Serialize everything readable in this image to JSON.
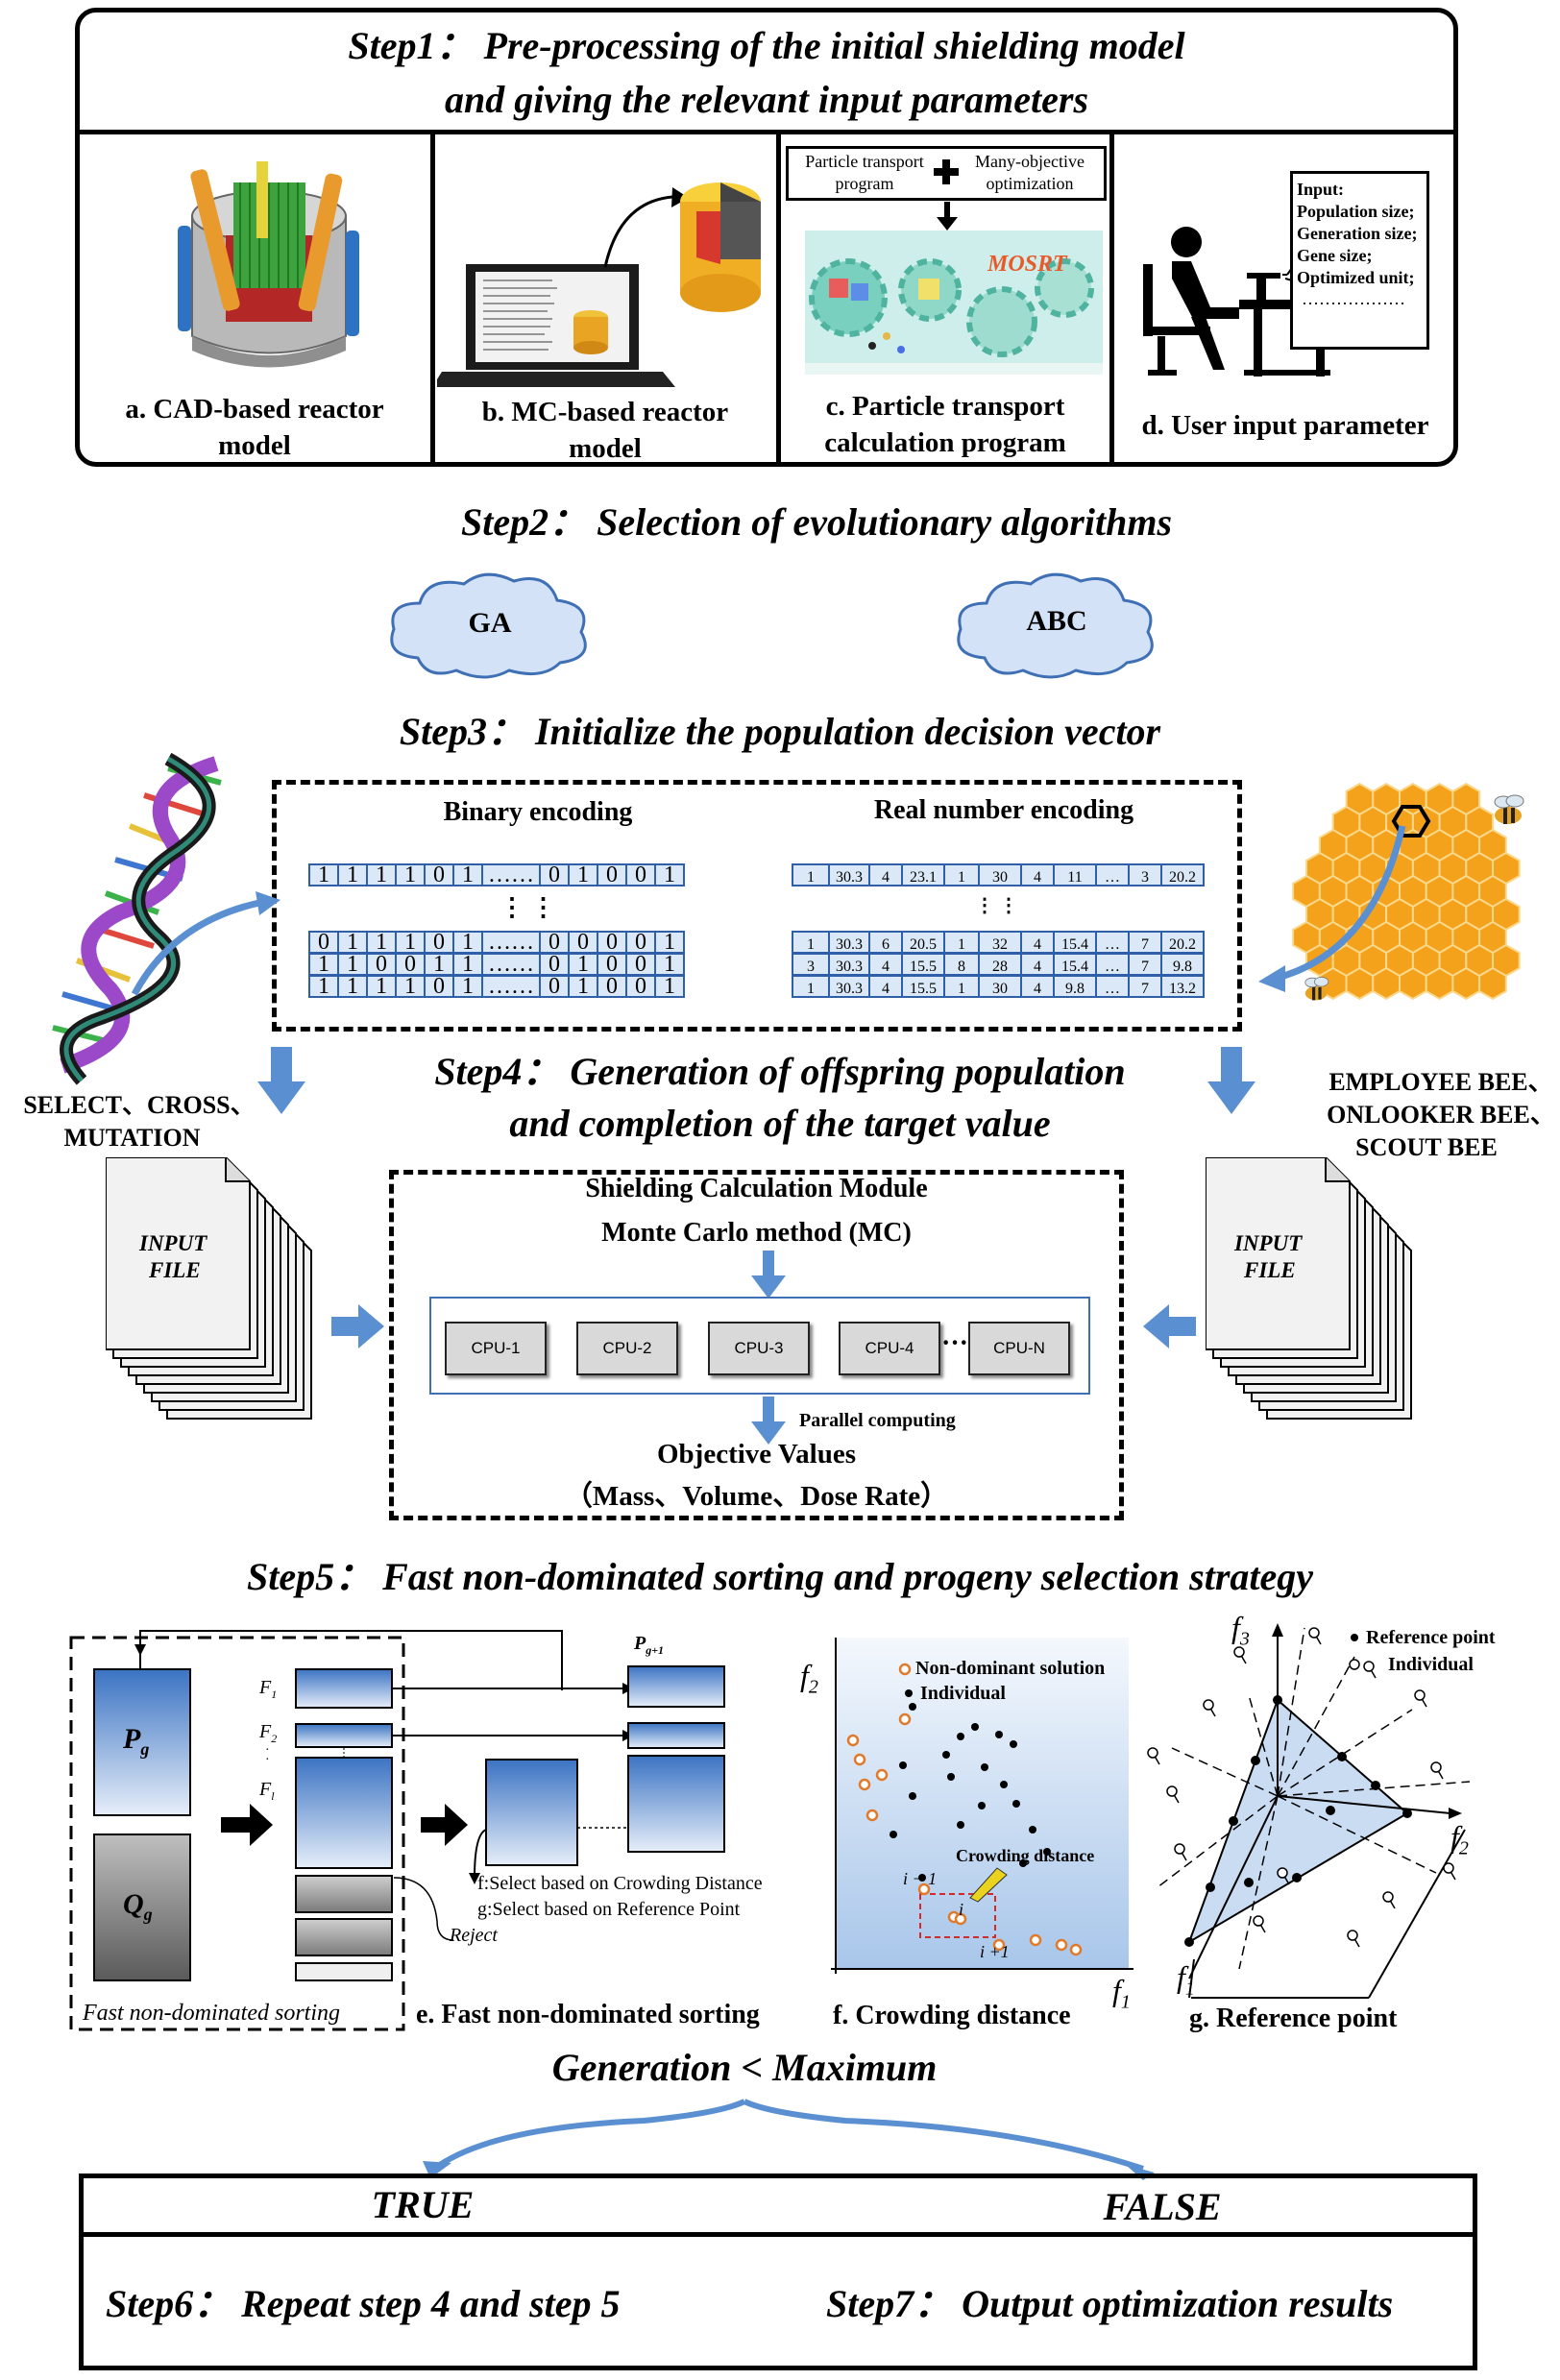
{
  "step1": {
    "title": "Step1： Pre-processing of the initial shielding model",
    "title2": "and giving the relevant input parameters",
    "panels": [
      {
        "caption": "a.   CAD-based reactor",
        "caption2": "model"
      },
      {
        "caption": "b. MC-based reactor",
        "caption2": "model"
      },
      {
        "caption": "c. Particle transport",
        "caption2": "calculation program",
        "box_left": "Particle transport",
        "box_left2": "program",
        "box_right": "Many-objective",
        "box_right2": "optimization",
        "logo": "MOSRT"
      },
      {
        "caption": "d. User input parameter",
        "input_lines": [
          "Input:",
          "Population size;",
          "Generation size;",
          "Gene size;",
          "Optimized unit;",
          "………………"
        ]
      }
    ]
  },
  "step2": {
    "title": "Step2： Selection of evolutionary algorithms",
    "clouds": [
      "GA",
      "ABC"
    ]
  },
  "step3": {
    "title": "Step3：  Initialize the population decision vector",
    "binary_title": "Binary encoding",
    "real_title": "Real number encoding",
    "binary_rows": [
      [
        "1",
        "1",
        "1",
        "1",
        "0",
        "1",
        "……",
        "0",
        "1",
        "0",
        "0",
        "1"
      ],
      [
        "0",
        "1",
        "1",
        "1",
        "0",
        "1",
        "……",
        "0",
        "0",
        "0",
        "0",
        "1"
      ],
      [
        "1",
        "1",
        "0",
        "0",
        "1",
        "1",
        "……",
        "0",
        "1",
        "0",
        "0",
        "1"
      ],
      [
        "1",
        "1",
        "1",
        "1",
        "0",
        "1",
        "……",
        "0",
        "1",
        "0",
        "0",
        "1"
      ]
    ],
    "real_rows": [
      [
        "1",
        "30.3",
        "4",
        "23.1",
        "1",
        "30",
        "4",
        "11",
        "…",
        "3",
        "20.2"
      ],
      [
        "1",
        "30.3",
        "6",
        "20.5",
        "1",
        "32",
        "4",
        "15.4",
        "…",
        "7",
        "20.2"
      ],
      [
        "3",
        "30.3",
        "4",
        "15.5",
        "8",
        "28",
        "4",
        "15.4",
        "…",
        "7",
        "9.8"
      ],
      [
        "1",
        "30.3",
        "4",
        "15.5",
        "1",
        "30",
        "4",
        "9.8",
        "…",
        "7",
        "13.2"
      ]
    ],
    "vdots": "⋮ ⋮"
  },
  "step4": {
    "title": "Step4：  Generation of offspring population",
    "title2": "and completion of the target value",
    "left_ops": [
      "SELECT、CROSS、",
      "MUTATION"
    ],
    "right_ops": [
      "EMPLOYEE BEE、",
      "ONLOOKER BEE、",
      "SCOUT BEE"
    ],
    "input_file": [
      "INPUT",
      "FILE"
    ],
    "module_title": "Shielding Calculation Module",
    "mc_title": "Monte Carlo method (MC)",
    "cpus": [
      "CPU-1",
      "CPU-2",
      "CPU-3",
      "CPU-4",
      "CPU-N"
    ],
    "cpu_dots": "···",
    "parallel": "Parallel computing",
    "objective": "Objective Values",
    "objective2": "（Mass、Volume、Dose Rate）"
  },
  "step5": {
    "title": "Step5：  Fast non-dominated sorting and progeny selection strategy",
    "pg": "P",
    "pg_sub": "g",
    "qg": "Q",
    "qg_sub": "g",
    "pg1": "P",
    "pg1_sub": "g+1",
    "f_labels": [
      {
        "m": "F",
        "s": "1"
      },
      {
        "m": "F",
        "s": "2"
      },
      {
        "m": "F",
        "s": "l"
      }
    ],
    "select_f": "f:Select based on Crowding Distance",
    "select_g": "g:Select based on Reference Point",
    "reject": "Reject",
    "fast_label": "Fast non-dominated sorting",
    "cap_e": "e. Fast non-dominated sorting",
    "cap_f": "f. Crowding distance",
    "cap_g": "g. Reference point",
    "legend_f": [
      "Non-dominant solution",
      "Individual"
    ],
    "crowding": "Crowding distance",
    "ax_f": {
      "y": "f",
      "ys": "2",
      "x": "f",
      "xs": "1"
    },
    "pts_i": [
      "i − 1",
      "i",
      "i +1"
    ],
    "legend_g": [
      "Reference point",
      "Individual"
    ],
    "ax_g": {
      "f3": "f",
      "f3s": "3",
      "f2": "f",
      "f2s": "2",
      "f1": "f",
      "f1s": "1"
    }
  },
  "loop": {
    "condition": "Generation < Maximum",
    "true": "TRUE",
    "false": "FALSE",
    "step6": "Step6：  Repeat step 4 and step 5",
    "step7": "Step7：  Output optimization results"
  },
  "colors": {
    "blue": "#4a7ec7",
    "lightblue": "#dbe8f7",
    "orange": "#e07a2a",
    "honey": "#f4a21c"
  }
}
